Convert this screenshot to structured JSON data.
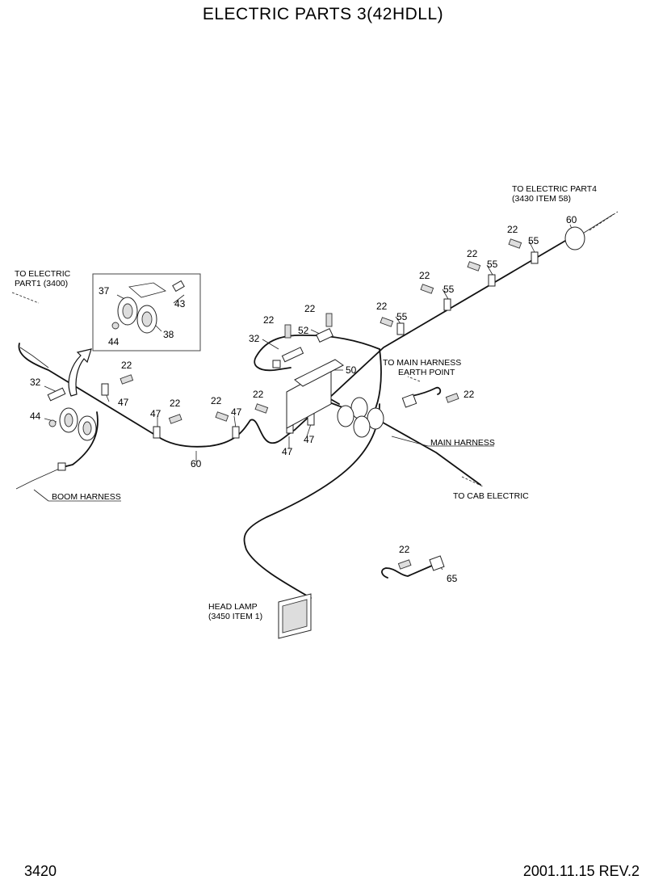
{
  "title": "ELECTRIC PARTS 3(42HDLL)",
  "footer": {
    "page_number": "3420",
    "date_rev": "2001.11.15  REV.2"
  },
  "labels": {
    "to_electric_part1": [
      "TO ELECTRIC",
      "PART1 (3400)"
    ],
    "to_electric_part4": [
      "TO ELECTRIC PART4",
      "(3430 ITEM 58)"
    ],
    "to_main_harness": [
      "TO MAIN HARNESS",
      "EARTH POINT"
    ],
    "main_harness": "MAIN HARNESS",
    "to_cab_electric": "TO CAB ELECTRIC",
    "boom_harness": "BOOM HARNESS",
    "head_lamp": [
      "HEAD LAMP",
      "(3450 ITEM 1)"
    ]
  },
  "callouts": {
    "c37": "37",
    "c43": "43",
    "c44a": "44",
    "c38": "38",
    "c32a": "32",
    "c44b": "44",
    "c22a": "22",
    "c47a": "47",
    "c47b": "47",
    "c22b": "22",
    "c22c": "22",
    "c47c": "47",
    "c60a": "60",
    "c22d": "22",
    "c47d": "47",
    "c47e": "47",
    "c32b": "32",
    "c22e": "22",
    "c22f": "22",
    "c52": "52",
    "c50": "50",
    "c22g": "22",
    "c55a": "55",
    "c22h": "22",
    "c55b": "55",
    "c22i": "22",
    "c55c": "55",
    "c22j": "22",
    "c55d": "55",
    "c60b": "60",
    "c22k": "22",
    "c22l": "22",
    "c65": "65"
  }
}
